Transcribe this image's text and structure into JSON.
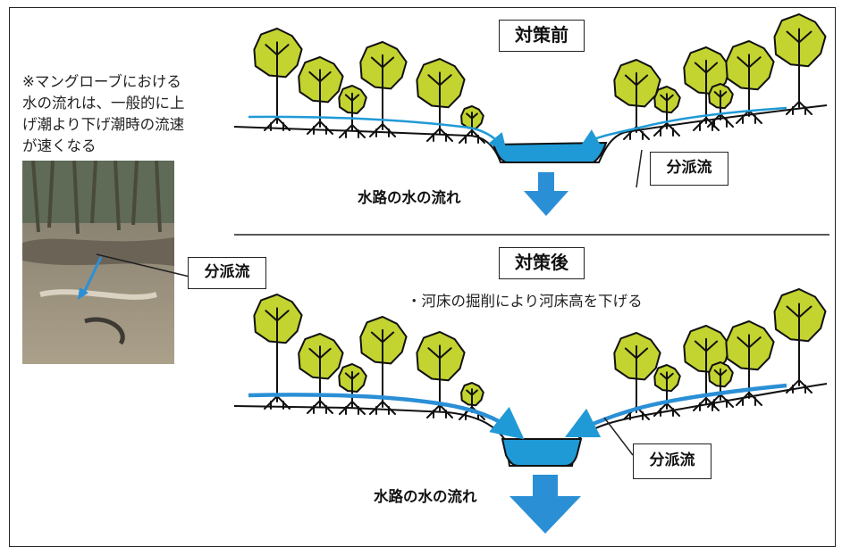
{
  "note": "※マングローブにおける\n水の流れは、一般的に上\nげ潮より下げ潮時の流速\nが速くなる",
  "panels": {
    "before": {
      "title": "対策前",
      "flow_label": "水路の水の流れ",
      "branch_label": "分派流"
    },
    "after": {
      "title": "対策後",
      "note": "・河床の掘削により河床高を下げる",
      "flow_label": "水路の水の流れ",
      "branch_label": "分派流"
    }
  },
  "photo": {
    "branch_label": "分派流"
  },
  "colors": {
    "tree": "#c3d330",
    "water": "#1f9ad6",
    "arrow": "#2b8fd6",
    "outline": "#111111"
  },
  "icons": [
    "tree-icon",
    "down-arrow-icon",
    "flow-arrow-icon"
  ]
}
